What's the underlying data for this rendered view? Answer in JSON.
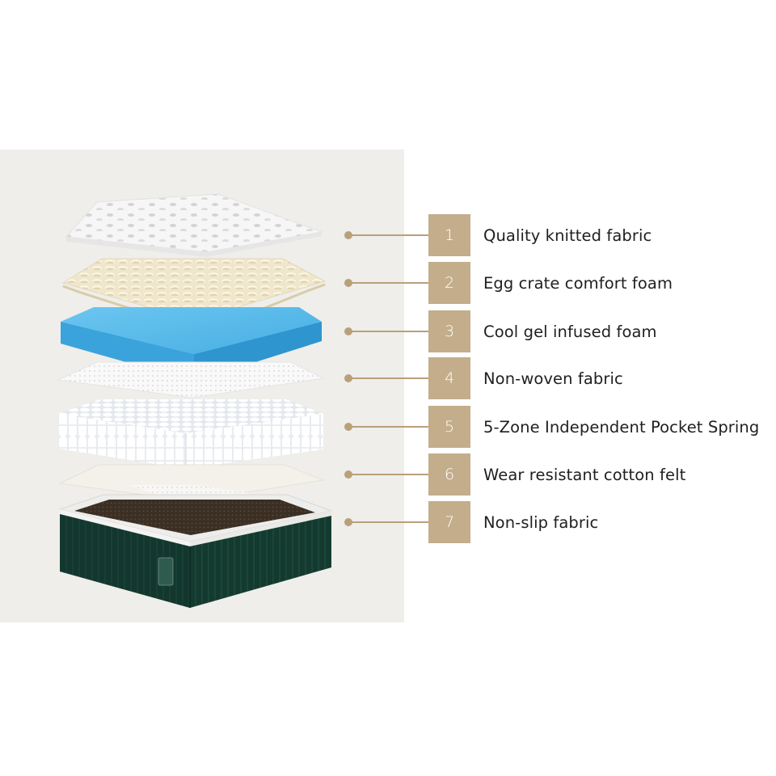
{
  "colors": {
    "panel_background": "#efeeea",
    "accent": "#c3ad8b",
    "connector": "#b9a07b",
    "gel_blue": "#4fb4e6",
    "base_green": "#143a30"
  },
  "layers": [
    {
      "number": "1",
      "label": "Quality knitted fabric",
      "icon": "quilted-fabric-layer"
    },
    {
      "number": "2",
      "label": "Egg crate comfort foam",
      "icon": "egg-crate-foam-layer"
    },
    {
      "number": "3",
      "label": "Cool gel infused foam",
      "icon": "gel-foam-layer"
    },
    {
      "number": "4",
      "label": "Non-woven fabric",
      "icon": "non-woven-fabric-layer"
    },
    {
      "number": "5",
      "label": "5-Zone Independent Pocket Spring",
      "icon": "pocket-spring-layer"
    },
    {
      "number": "6",
      "label": "Wear resistant cotton felt",
      "icon": "cotton-felt-layer"
    },
    {
      "number": "7",
      "label": "Non-slip fabric",
      "icon": "mattress-base-layer"
    }
  ]
}
